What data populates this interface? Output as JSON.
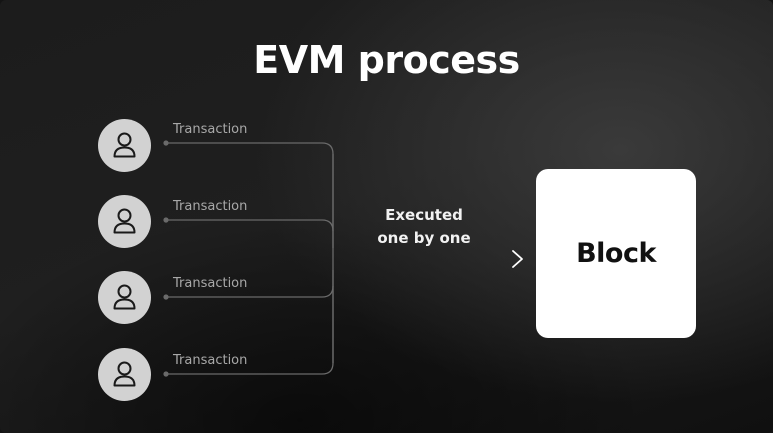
{
  "title": "EVM process",
  "transactions": [
    {
      "label": "Transaction",
      "icon": "user-icon"
    },
    {
      "label": "Transaction",
      "icon": "user-icon"
    },
    {
      "label": "Transaction",
      "icon": "user-icon"
    },
    {
      "label": "Transaction",
      "icon": "user-icon"
    }
  ],
  "execution": {
    "line1": "Executed",
    "line2": "one by one"
  },
  "block": {
    "label": "Block"
  },
  "colors": {
    "background": "#1c1c1c",
    "avatar": "#d2d2d2",
    "connector": "#6a6a6a",
    "arrow": "#ffffff",
    "block": "#ffffff"
  }
}
